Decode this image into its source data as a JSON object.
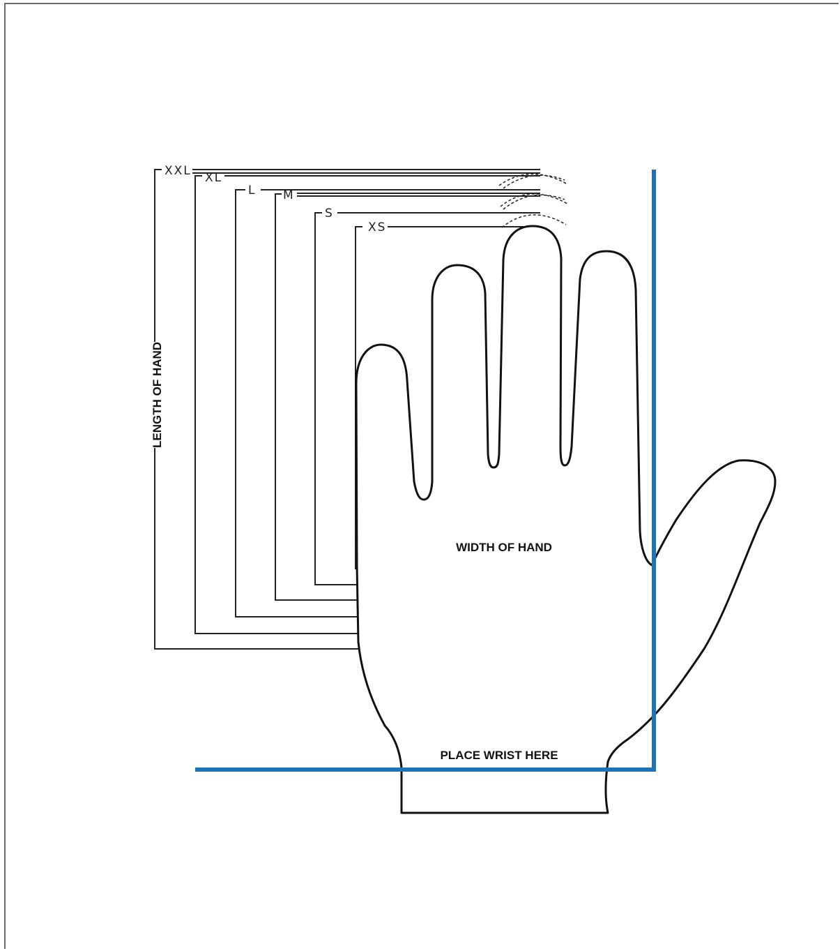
{
  "labels": {
    "length_of_hand": "LENGTH OF HAND",
    "width_of_hand": "WIDTH OF HAND",
    "place_wrist_here": "PLACE WRIST HERE"
  },
  "sizes": [
    "XXL",
    "XL",
    "L",
    "M",
    "S",
    "XS"
  ],
  "colors": {
    "guide_blue": "#1e73b8",
    "line": "#222222",
    "frame": "#6b6b6b"
  }
}
